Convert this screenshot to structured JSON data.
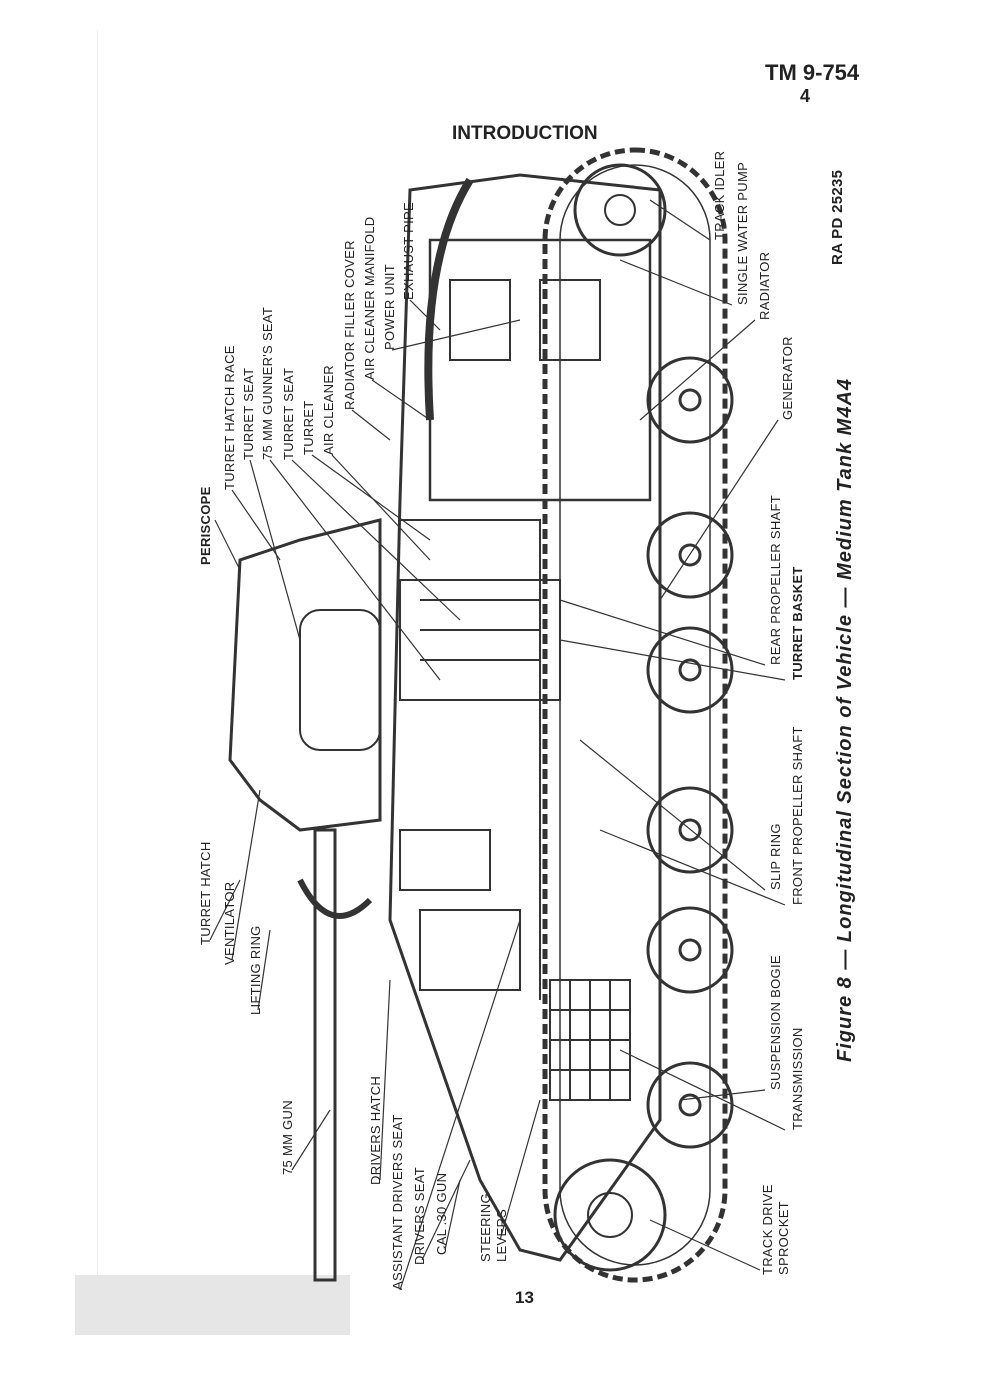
{
  "header": {
    "manual": "TM 9-754",
    "section_number": "4",
    "section_title": "INTRODUCTION"
  },
  "figure": {
    "caption": "Figure 8 — Longitudinal Section of Vehicle — Medium Tank M4A4",
    "ref": "RA PD 25235",
    "labels_top": [
      "PERISCOPE",
      "TURRET HATCH RACE",
      "TURRET SEAT",
      "75 MM GUNNER'S SEAT",
      "TURRET SEAT",
      "TURRET",
      "AIR CLEANER",
      "RADIATOR FILLER COVER",
      "AIR CLEANER MANIFOLD",
      "POWER UNIT",
      "EXHAUST PIPE"
    ],
    "labels_left": [
      "TURRET HATCH",
      "VENTILATOR",
      "LIFTING RING",
      "75 MM GUN",
      "DRIVERS HATCH",
      "ASSISTANT DRIVERS SEAT",
      "DRIVERS SEAT",
      "CAL .30 GUN",
      "STEERING",
      "LEVERS"
    ],
    "labels_right": [
      "TRACK IDLER",
      "SINGLE WATER PUMP",
      "RADIATOR",
      "GENERATOR",
      "REAR PROPELLER SHAFT",
      "TURRET BASKET",
      "SLIP RING",
      "FRONT PROPELLER SHAFT",
      "SUSPENSION BOGIE",
      "TRANSMISSION",
      "TRACK DRIVE",
      "SPROCKET"
    ]
  },
  "footer": {
    "page_number": "13"
  }
}
